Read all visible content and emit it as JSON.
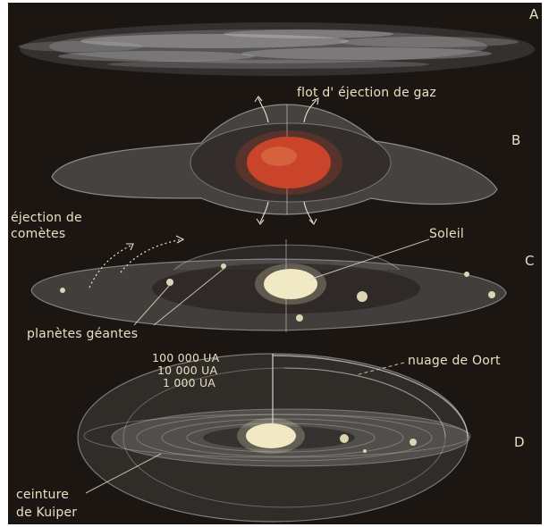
{
  "stage_a": {
    "letter": "A"
  },
  "stage_b": {
    "letter": "B",
    "gas_ejection_label": "flot d' éjection de gaz"
  },
  "stage_c": {
    "letter": "C",
    "comet_ejection_label": [
      "éjection de",
      "comètes"
    ],
    "sun_label": "Soleil",
    "giant_planets_label": "planètes géantes"
  },
  "stage_d": {
    "letter": "D",
    "distances": [
      "100 000 UA",
      "10 000 UA",
      "1 000 UA"
    ],
    "oort_cloud_label": "nuage de Oort",
    "kuiper_belt_label": [
      "ceinture",
      "de Kuiper"
    ]
  },
  "colors": {
    "background": "#1c1612",
    "label": "#e9dfc4",
    "gas": "#a9a9ad",
    "protosun": "#c9442a",
    "sun": "#f1e9c4"
  }
}
